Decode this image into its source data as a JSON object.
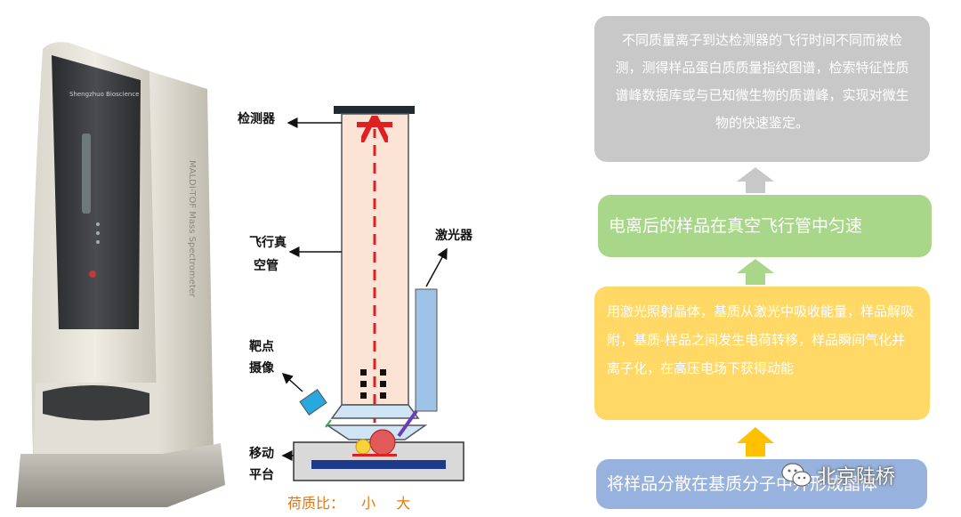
{
  "instrument": {
    "brand": "Shengzhuo Bioscience",
    "side_text": "MALDI-TOF Mass Spectrometer"
  },
  "schematic": {
    "detector_label": "检测器",
    "flight_tube_label_line1": "飞行真",
    "flight_tube_label_line2": "空管",
    "laser_label": "激光器",
    "camera_label_line1": "靶点",
    "camera_label_line2": "摄像",
    "stage_label_line1": "移动",
    "stage_label_line2": "平台",
    "mass_charge_label": "荷质比：",
    "small_label": "小",
    "large_label": "大"
  },
  "flow": {
    "step_matrix": "将样品分散在基质分子中并形成晶体",
    "step_laser": "用激光照射晶体，基质从激光中吸收能量，样品解吸附，基质-样品之间发生电荷转移，样品瞬间气化并离子化，在高压电场下获得动能",
    "step_flight": "电离后的样品在真空飞行管中匀速",
    "step_detect": "不同质量离子到达检测器的飞行时间不同而被检测，测得样品蛋白质质量指纹图谱，检索特征性质谱峰数据库或与已知微生物的质谱峰，实现对微生物的快速鉴定。"
  },
  "watermark": {
    "text": "北京陆桥"
  },
  "colors": {
    "detect_box": "#c8c8c8",
    "flight_box": "#a8d78a",
    "laser_box": "#ffd865",
    "matrix_box": "#97b2dd",
    "laser_beam": "#e02020",
    "tube_fill": "#fbe3d6",
    "accent_orange": "#e8760a"
  }
}
